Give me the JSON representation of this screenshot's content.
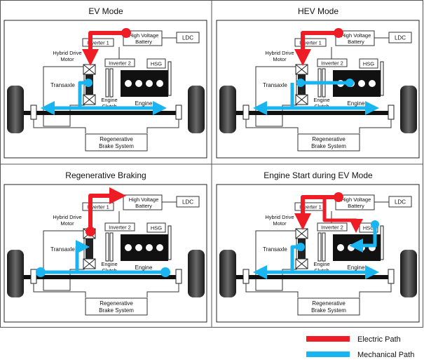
{
  "panels": [
    {
      "title": "EV Mode",
      "labels": {
        "inverter1": "Inverter 1",
        "inverter2": "Inverter 2",
        "battery_line1": "High Voltage",
        "battery_line2": "Battery",
        "ldc": "LDC",
        "hsg": "HSG",
        "motor_line1": "Hybrid Drive",
        "motor_line2": "Motor",
        "transaxle": "Transaxle",
        "clutch_line1": "Engine",
        "clutch_line2": "Clutch",
        "engine": "Engine",
        "brake_line1": "Regenerative",
        "brake_line2": "Brake System"
      }
    },
    {
      "title": "HEV Mode",
      "labels": {
        "inverter1": "Inverter 1",
        "inverter2": "Inverter 2",
        "battery_line1": "High Voltage",
        "battery_line2": "Battery",
        "ldc": "LDC",
        "hsg": "HSG",
        "motor_line1": "Hybrid Drive",
        "motor_line2": "Motor",
        "transaxle": "Transaxle",
        "clutch_line1": "Engine",
        "clutch_line2": "Clutch",
        "engine": "Engine",
        "brake_line1": "Regenerative",
        "brake_line2": "Brake System"
      }
    },
    {
      "title": "Regenerative Braking",
      "labels": {
        "inverter1": "Inverter 1",
        "inverter2": "Inverter 2",
        "battery_line1": "High Voltage",
        "battery_line2": "Battery",
        "ldc": "LDC",
        "hsg": "HSG",
        "motor_line1": "Hybrid Drive",
        "motor_line2": "Motor",
        "transaxle": "Transaxle",
        "clutch_line1": "Engine",
        "clutch_line2": "Clutch",
        "engine": "Engine",
        "brake_line1": "Regenerative",
        "brake_line2": "Brake System"
      }
    },
    {
      "title": "Engine Start during EV Mode",
      "labels": {
        "inverter1": "Inverter 1",
        "inverter2": "Inverter 2",
        "battery_line1": "High Voltage",
        "battery_line2": "Battery",
        "ldc": "LDC",
        "hsg": "HSG",
        "motor_line1": "Hybrid Drive",
        "motor_line2": "Motor",
        "transaxle": "Transaxle",
        "clutch_line1": "Engine",
        "clutch_line2": "Clutch",
        "engine": "Engine",
        "brake_line1": "Regenerative",
        "brake_line2": "Brake System"
      }
    }
  ],
  "legend": {
    "electric": "Electric Path",
    "mechanical": "Mechanical Path"
  },
  "colors": {
    "electric": "#ee1c24",
    "mechanical": "#19b5f0",
    "engine_block": "#111111",
    "wheel": "#2a2a2a"
  }
}
